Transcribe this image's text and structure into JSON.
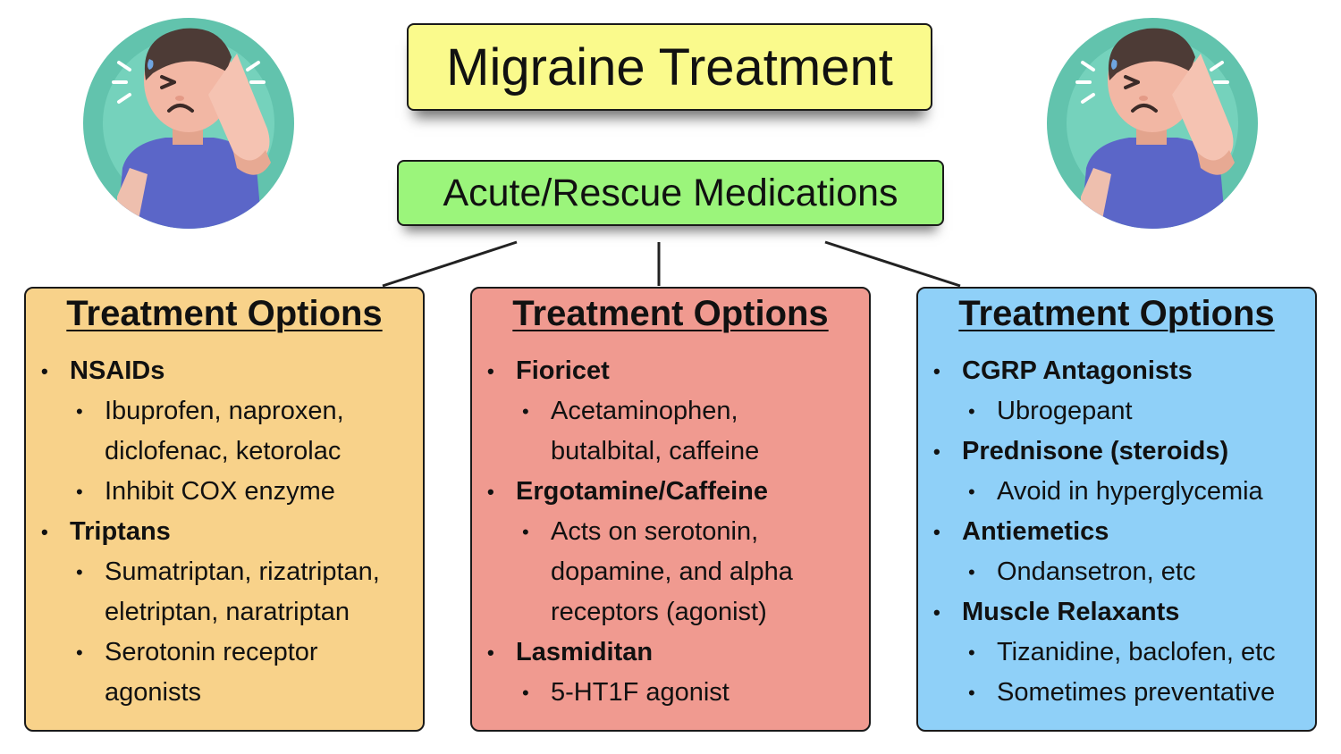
{
  "title": "Migraine Treatment",
  "subtitle": "Acute/Rescue Medications",
  "colors": {
    "title_bg": "#fafa8c",
    "subtitle_bg": "#9bf57b",
    "panel_left": "#f8d28a",
    "panel_middle": "#f09a90",
    "panel_right": "#8fd0f8"
  },
  "panels": [
    {
      "title": "Treatment Options",
      "items": [
        {
          "level": 1,
          "text": "NSAIDs"
        },
        {
          "level": 2,
          "text": "Ibuprofen, naproxen,"
        },
        {
          "level": 3,
          "text": "diclofenac, ketorolac"
        },
        {
          "level": 2,
          "text": "Inhibit COX enzyme"
        },
        {
          "level": 1,
          "text": "Triptans"
        },
        {
          "level": 2,
          "text": "Sumatriptan, rizatriptan,"
        },
        {
          "level": 3,
          "text": "eletriptan, naratriptan"
        },
        {
          "level": 2,
          "text": "Serotonin receptor"
        },
        {
          "level": 3,
          "text": "agonists"
        }
      ]
    },
    {
      "title": "Treatment Options",
      "items": [
        {
          "level": 1,
          "text": "Fioricet"
        },
        {
          "level": 2,
          "text": "Acetaminophen,"
        },
        {
          "level": 3,
          "text": "butalbital, caffeine"
        },
        {
          "level": 1,
          "text": "Ergotamine/Caffeine"
        },
        {
          "level": 2,
          "text": "Acts on serotonin,"
        },
        {
          "level": 3,
          "text": "dopamine, and alpha"
        },
        {
          "level": 3,
          "text": "receptors (agonist)"
        },
        {
          "level": 1,
          "text": "Lasmiditan"
        },
        {
          "level": 2,
          "text": "5-HT1F agonist"
        }
      ]
    },
    {
      "title": "Treatment Options",
      "items": [
        {
          "level": 1,
          "text": "CGRP Antagonists"
        },
        {
          "level": 2,
          "text": "Ubrogepant"
        },
        {
          "level": 1,
          "text": "Prednisone (steroids)"
        },
        {
          "level": 2,
          "text": "Avoid in hyperglycemia"
        },
        {
          "level": 1,
          "text": "Antiemetics"
        },
        {
          "level": 2,
          "text": "Ondansetron, etc"
        },
        {
          "level": 1,
          "text": "Muscle Relaxants"
        },
        {
          "level": 2,
          "text": "Tizanidine, baclofen, etc"
        },
        {
          "level": 2,
          "text": "Sometimes preventative"
        }
      ]
    }
  ],
  "illustrations": [
    "person-with-headache-icon",
    "person-with-headache-icon"
  ]
}
